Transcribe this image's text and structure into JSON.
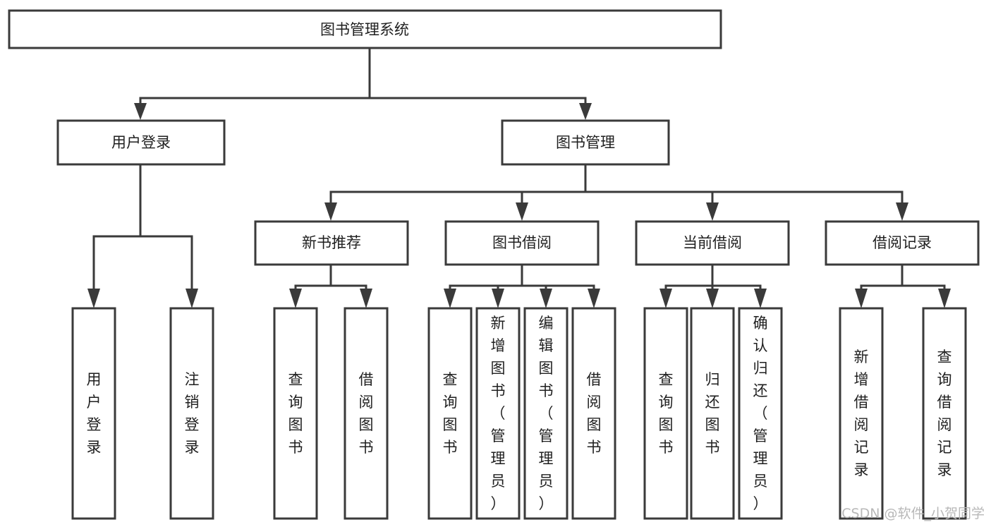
{
  "diagram": {
    "title": "图书管理系统",
    "type": "tree-hierarchy-diagram",
    "colors": {
      "stroke": "#3a3a3a",
      "box_fill": "#ffffff",
      "text": "#1f1f1f",
      "background": "#ffffff",
      "watermark": "#b8b8b8"
    },
    "root": {
      "id": "root",
      "label": "图书管理系统"
    },
    "level2": [
      {
        "id": "user-login",
        "label": "用户登录"
      },
      {
        "id": "book-management",
        "label": "图书管理"
      }
    ],
    "level3": [
      {
        "id": "new-book-recommend",
        "label": "新书推荐"
      },
      {
        "id": "book-borrow",
        "label": "图书借阅"
      },
      {
        "id": "current-borrow",
        "label": "当前借阅"
      },
      {
        "id": "borrow-record",
        "label": "借阅记录"
      }
    ],
    "leaves": {
      "user-login": [
        {
          "id": "leaf-user-login",
          "label": "用户登录"
        },
        {
          "id": "leaf-logout-login",
          "label": "注销登录"
        }
      ],
      "new-book-recommend": [
        {
          "id": "leaf-query-book-1",
          "label": "查询图书"
        },
        {
          "id": "leaf-borrow-book-1",
          "label": "借阅图书"
        }
      ],
      "book-borrow": [
        {
          "id": "leaf-query-book-2",
          "label": "查询图书"
        },
        {
          "id": "leaf-add-book",
          "label": "新增图书（管理员）"
        },
        {
          "id": "leaf-edit-book",
          "label": "编辑图书（管理员）"
        },
        {
          "id": "leaf-borrow-book-2",
          "label": "借阅图书"
        }
      ],
      "current-borrow": [
        {
          "id": "leaf-query-book-3",
          "label": "查询图书"
        },
        {
          "id": "leaf-return-book",
          "label": "归还图书"
        },
        {
          "id": "leaf-confirm-return",
          "label": "确认归还（管理员）"
        }
      ],
      "borrow-record": [
        {
          "id": "leaf-add-record",
          "label": "新增借阅记录"
        },
        {
          "id": "leaf-query-record",
          "label": "查询借阅记录"
        }
      ]
    }
  },
  "watermark": {
    "text": "CSDN @软件_小贺同学"
  }
}
